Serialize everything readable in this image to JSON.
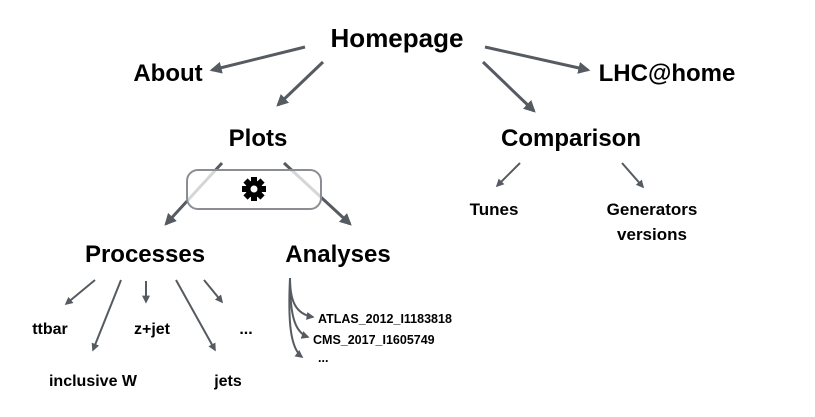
{
  "root": "Homepage",
  "level1": {
    "about": "About",
    "lhc": "LHC@home",
    "plots": "Plots",
    "comparison": "Comparison"
  },
  "comparison_children": {
    "tunes": "Tunes",
    "generators_line1": "Generators",
    "generators_line2": "versions"
  },
  "plots_children": {
    "processes": "Processes",
    "analyses": "Analyses"
  },
  "processes_children": [
    "ttbar",
    "z+jet",
    "...",
    "inclusive W",
    "jets"
  ],
  "analyses_children": [
    "ATLAS_2012_I1183818",
    "CMS_2017_I1605749",
    "..."
  ],
  "gear_icon": "gear-icon",
  "colors": {
    "arrow": "#555b61",
    "box_border": "#8a8d91"
  }
}
